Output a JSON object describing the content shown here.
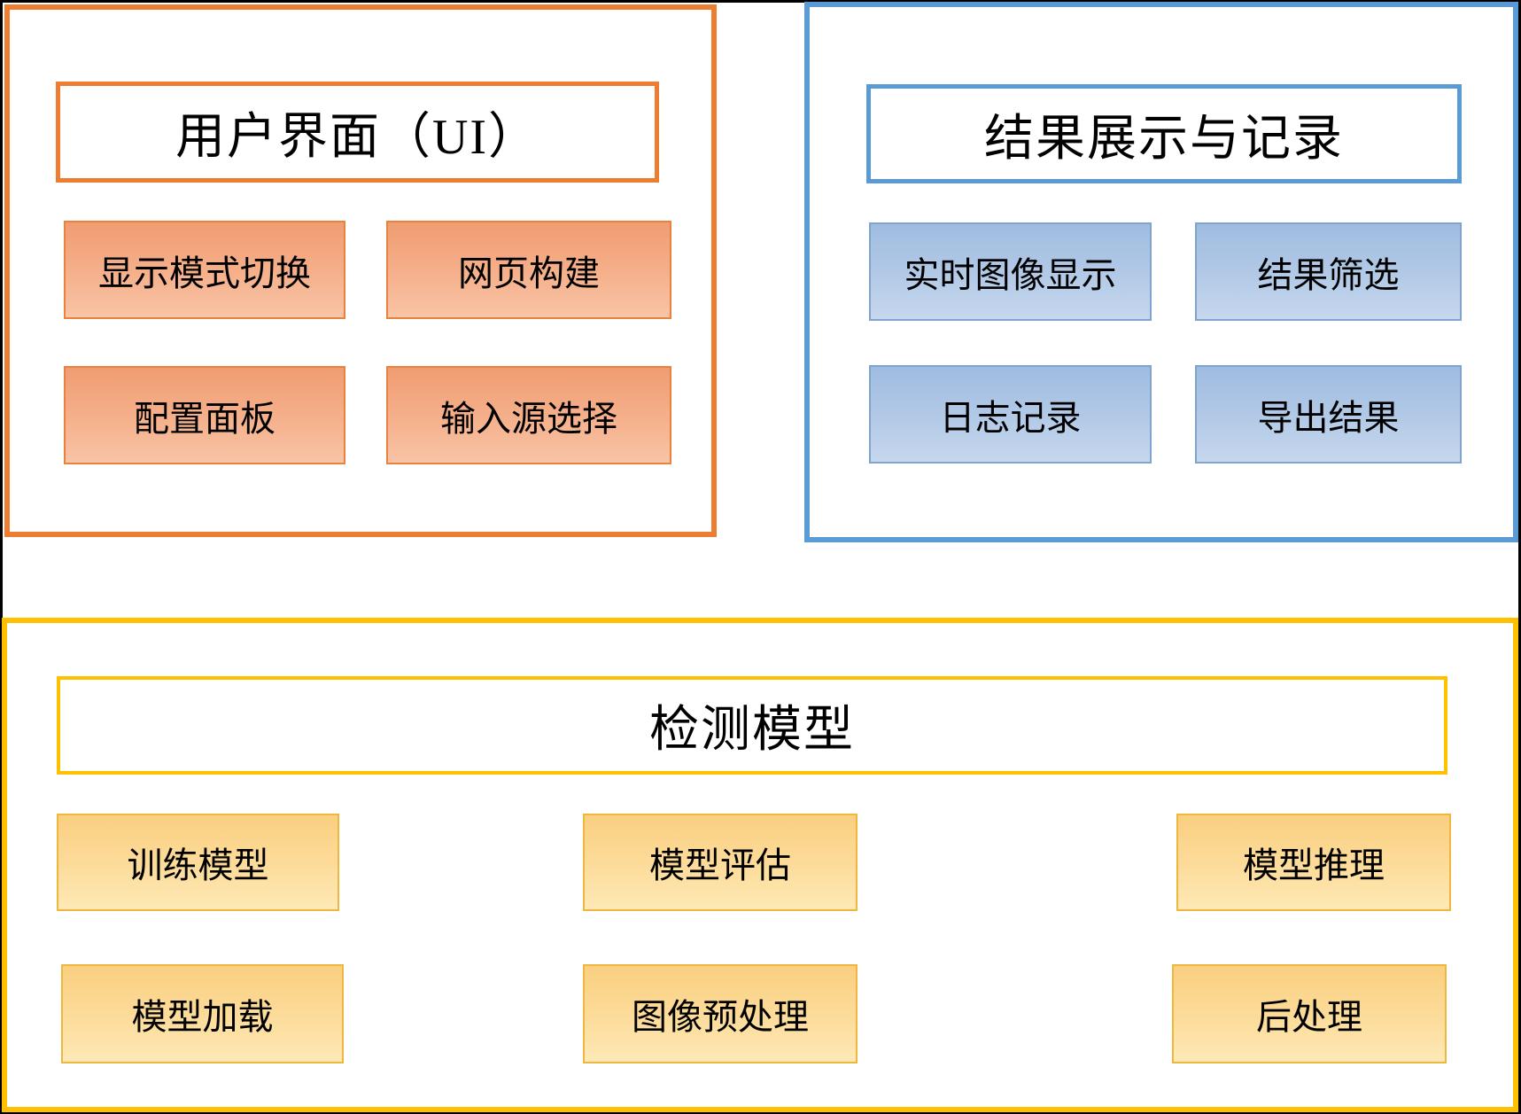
{
  "diagram": {
    "kind": "architecture-block-diagram",
    "sections": {
      "ui": {
        "title": "用户界面（UI）",
        "accent_color": "#ED7D31",
        "item_fill_top": "#F09C72",
        "item_fill_bottom": "#F8C4A6",
        "items": [
          "显示模式切换",
          "网页构建",
          "配置面板",
          "输入源选择"
        ]
      },
      "results": {
        "title": "结果展示与记录",
        "accent_color": "#5B9BD5",
        "item_fill_top": "#9FBCE0",
        "item_fill_bottom": "#C6D7EE",
        "items": [
          "实时图像显示",
          "结果筛选",
          "日志记录",
          "导出结果"
        ]
      },
      "model": {
        "title": "检测模型",
        "accent_color": "#FFC000",
        "item_fill_top": "#FACF80",
        "item_fill_bottom": "#FEE9B6",
        "items": [
          "训练模型",
          "模型评估",
          "模型推理",
          "模型加载",
          "图像预处理",
          "后处理"
        ]
      }
    },
    "frame_color": "#000000",
    "background_color": "#FFFFFF"
  }
}
